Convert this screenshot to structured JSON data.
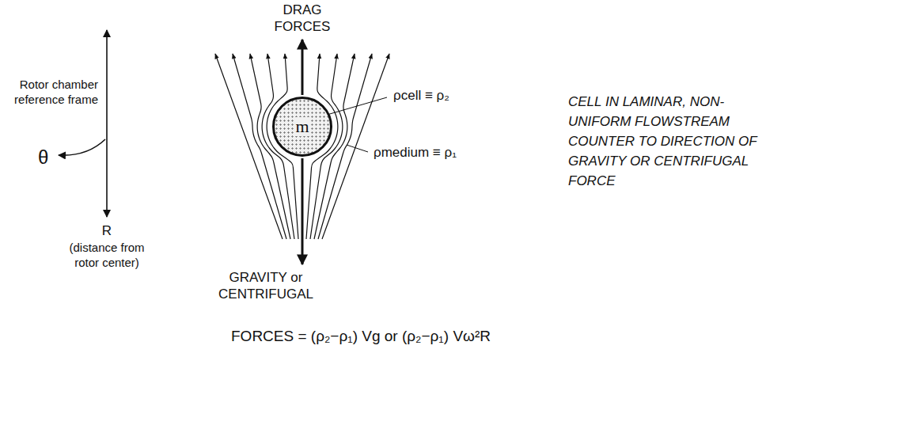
{
  "diagram": {
    "nodes": [
      {
        "text": [
          "m"
        ]
      }
    ],
    "labels": [
      "DRAG FORCES",
      "ρcell ≡ ρ₂",
      "ρmedium ≡ ρ₁",
      "Rotor chamber reference frame",
      "θ",
      "R",
      "(distance from rotor center)",
      "GRAVITY or CENTRIFUGAL",
      "FORCES = (ρ₂−ρ₁) Vg or (ρ₂−ρ₁) Vω²R",
      "CELL IN LAMINAR, NON-UNIFORM FLOWSTREAM COUNTER TO DIRECTION OF GRAVITY OR CENTRIFUGAL FORCE"
    ]
  }
}
